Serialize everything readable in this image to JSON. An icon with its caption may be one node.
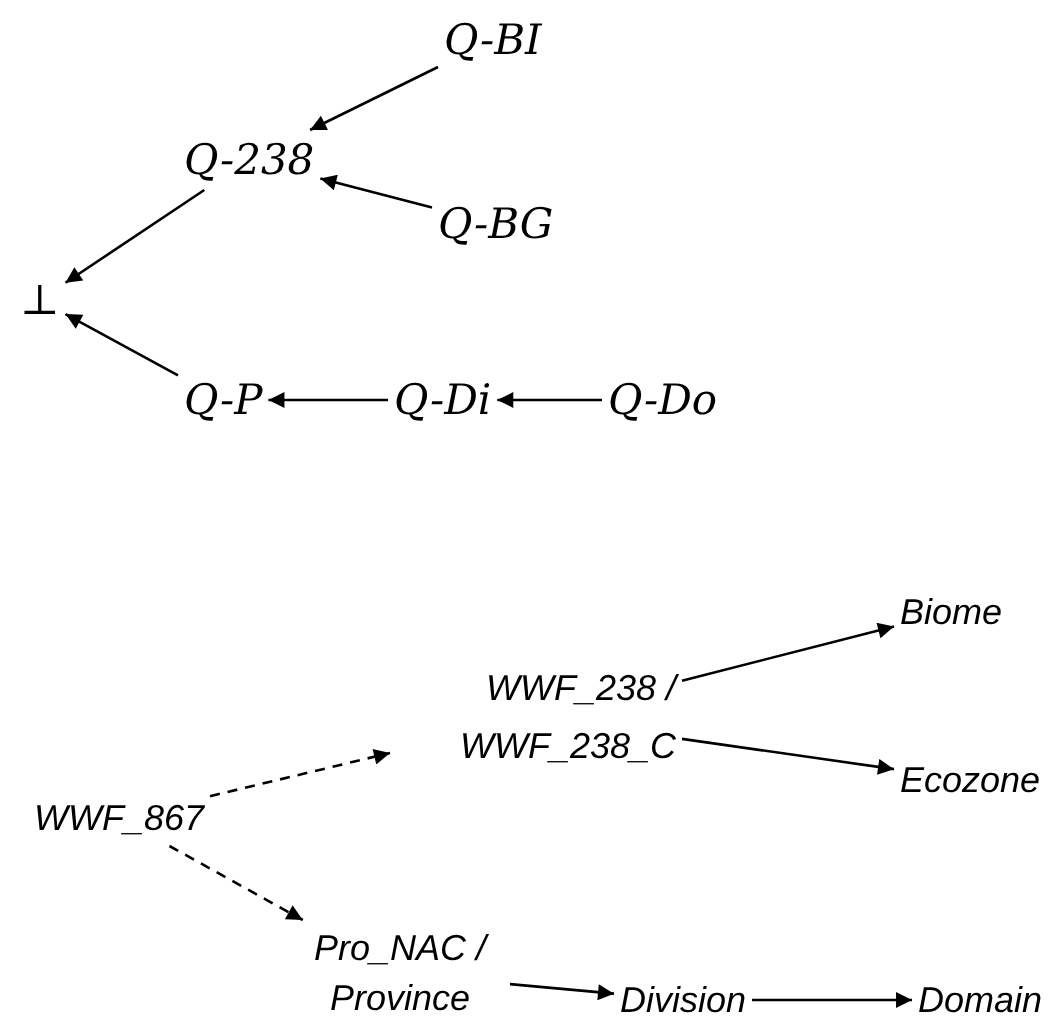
{
  "diagram": {
    "nodes": [
      {
        "text": [
          "⊥"
        ]
      },
      {
        "text": [
          "Q-238"
        ]
      },
      {
        "text": [
          "Q-BI"
        ]
      },
      {
        "text": [
          "Q-BG"
        ]
      },
      {
        "text": [
          "Q-P"
        ]
      },
      {
        "text": [
          "Q-Di"
        ]
      },
      {
        "text": [
          "Q-Do"
        ]
      },
      {
        "text": [
          "WWF_867"
        ]
      },
      {
        "text": [
          "WWF_238 / WWF_238_C"
        ]
      },
      {
        "text": [
          "Biome"
        ]
      },
      {
        "text": [
          "Ecozone"
        ]
      },
      {
        "text": [
          "Pro_NAC / Province"
        ]
      },
      {
        "text": [
          "Division"
        ]
      },
      {
        "text": [
          "Domain"
        ]
      }
    ],
    "edges": [
      {
        "from": 2,
        "to": 1,
        "arrow": "to"
      },
      {
        "from": 3,
        "to": 1,
        "arrow": "to"
      },
      {
        "from": 1,
        "to": 0,
        "arrow": "to"
      },
      {
        "from": 4,
        "to": 0,
        "arrow": "to"
      },
      {
        "from": 5,
        "to": 4,
        "arrow": "to"
      },
      {
        "from": 6,
        "to": 5,
        "arrow": "to"
      },
      {
        "from": 7,
        "to": 8,
        "arrow": "to",
        "style": "dashed"
      },
      {
        "from": 7,
        "to": 11,
        "arrow": "to",
        "style": "dashed"
      },
      {
        "from": 8,
        "to": 9,
        "arrow": "to"
      },
      {
        "from": 8,
        "to": 10,
        "arrow": "to"
      },
      {
        "from": 11,
        "to": 12,
        "arrow": "to"
      },
      {
        "from": 12,
        "to": 13,
        "arrow": "to"
      }
    ]
  }
}
